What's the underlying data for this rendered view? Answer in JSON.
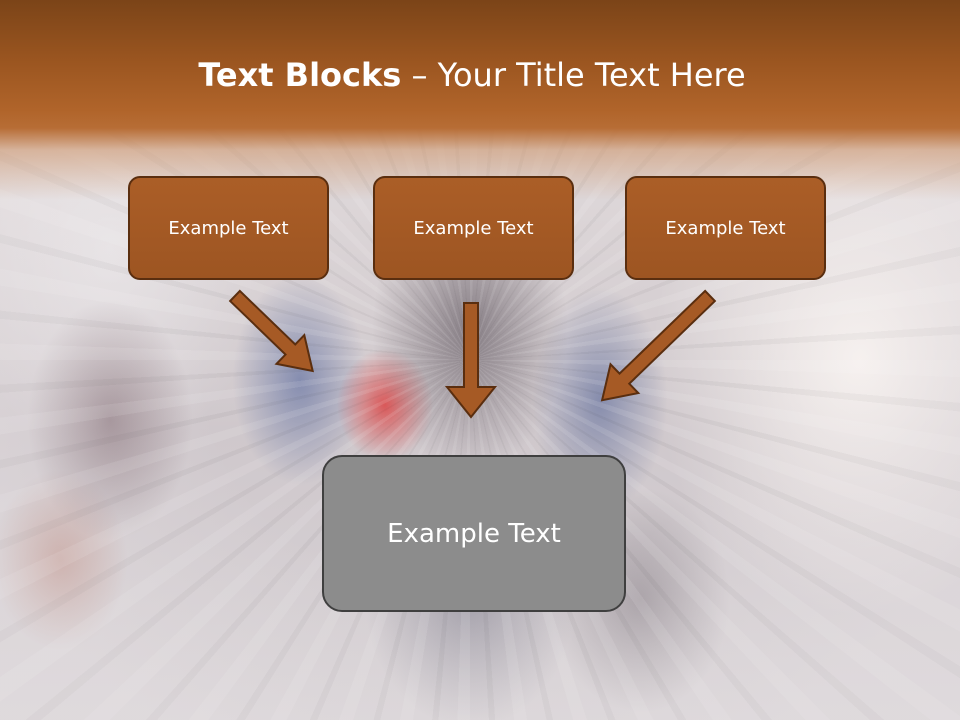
{
  "title": {
    "bold": "Text Blocks",
    "separator": " – ",
    "regular": "Your Title Text Here"
  },
  "boxes": [
    {
      "label": "Example Text"
    },
    {
      "label": "Example Text"
    },
    {
      "label": "Example Text"
    }
  ],
  "result": {
    "label": "Example Text"
  },
  "colors": {
    "band": "#b0642a",
    "box_fill": "#a65a25",
    "box_border": "#5a2e0f",
    "result_fill": "#8c8c8c",
    "result_border": "#3f3f3f",
    "arrow_fill": "#a65a25",
    "arrow_stroke": "#5a2e0f"
  }
}
